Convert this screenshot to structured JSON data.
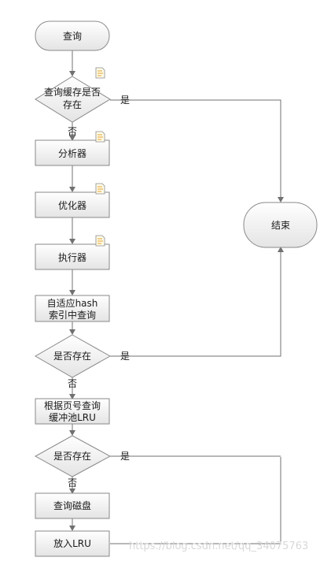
{
  "nodes": {
    "start": "查询",
    "cache_check_l1": "查询缓存是否",
    "cache_check_l2": "存在",
    "parser": "分析器",
    "optimizer": "优化器",
    "executor": "执行器",
    "hash_l1": "自适应hash",
    "hash_l2": "索引中查询",
    "exists1": "是否存在",
    "bufpool_l1": "根据页号查询",
    "bufpool_l2": "缓冲池LRU",
    "exists2": "是否存在",
    "disk": "查询磁盘",
    "put_lru": "放入LRU",
    "end": "结束"
  },
  "edge_labels": {
    "yes": "是",
    "no": "否"
  },
  "watermark": "https://blog.csdn.net/qq_34075763",
  "colors": {
    "node_fill_top": "#ffffff",
    "node_fill_bottom": "#e6e6e6",
    "stroke": "#8a8a8a",
    "line": "#707070"
  }
}
